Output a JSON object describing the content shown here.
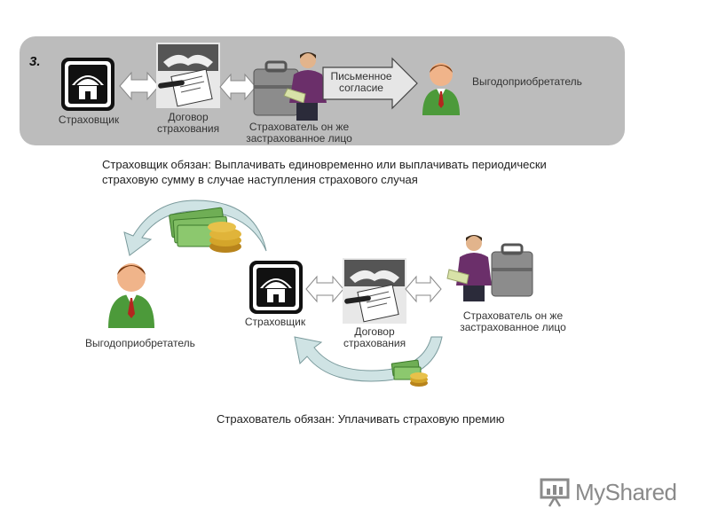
{
  "section_number": "3.",
  "top": {
    "insurer_label": "Страховщик",
    "contract_label": [
      "Договор",
      "страхования"
    ],
    "policyholder_label": [
      "Страхователь он же",
      "застрахованное  лицо"
    ],
    "arrow_label": [
      "Письменное",
      "согласие"
    ],
    "beneficiary_label": "Выгодоприобретатель"
  },
  "caption1": [
    "Страховщик обязан: Выплачивать единовременно  или выплачивать периодически",
    " страховую сумму в случае наступления страхового случая"
  ],
  "bottom": {
    "beneficiary_label": "Выгодоприобретатель",
    "insurer_label": "Страховщик",
    "contract_label": [
      "Договор",
      "страхования"
    ],
    "policyholder_label": [
      "Страхователь он же",
      "застрахованное  лицо"
    ]
  },
  "caption2": "Страхователь обязан: Уплачивать страховую премию",
  "watermark": "MyShared",
  "colors": {
    "panel": "#bcbcbc",
    "arrow_teal": "#cfe3e4",
    "green_shirt": "#4c9a3a",
    "money": "#6fae55",
    "gold": "#d4a52a"
  },
  "icons": [
    "umbrella-house-icon",
    "handshake-contract-icon",
    "businessman-briefcase-icon",
    "beneficiary-person-icon",
    "money-coins-icon",
    "presentation-logo-icon"
  ]
}
